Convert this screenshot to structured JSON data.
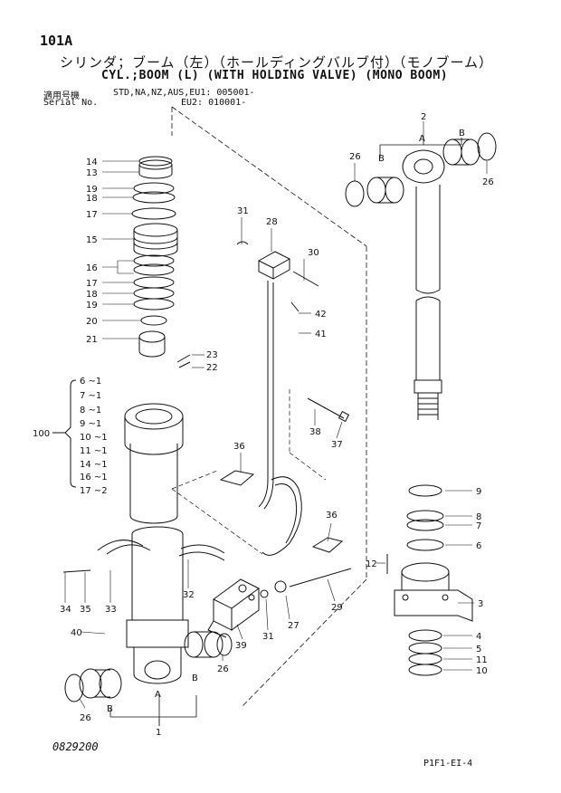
{
  "header": {
    "code": "101A",
    "title_jp": "シリンダ；ブーム（左）（ホールディングバルブ付）（モノブーム）",
    "title_en": "CYL.;BOOM (L) (WITH HOLDING VALVE) (MONO BOOM)",
    "serial_label_jp": "適用号機",
    "serial_label_en": "Serial No.",
    "serial_range_1": "STD,NA,NZ,AUS,EU1: 005001-",
    "serial_range_2": "EU2: 010001-"
  },
  "footer": {
    "drawing_number": "0829200",
    "page_ref": "P1F1-EI-4"
  },
  "callouts": [
    "14",
    "13",
    "19",
    "18",
    "17",
    "15",
    "16",
    "17",
    "18",
    "19",
    "20",
    "21",
    "23",
    "22",
    "31",
    "28",
    "30",
    "42",
    "41",
    "38",
    "37",
    "36",
    "36",
    "32",
    "34",
    "35",
    "33",
    "40",
    "39",
    "31",
    "27",
    "29",
    "26",
    "2",
    "26",
    "26",
    "9",
    "8",
    "7",
    "6",
    "12",
    "3",
    "4",
    "5",
    "11",
    "10",
    "1"
  ],
  "kit_group": {
    "number": "100",
    "items": [
      "6 ~1",
      "7 ~1",
      "8 ~1",
      "9 ~1",
      "10 ~1",
      "11 ~1",
      "14 ~1",
      "16 ~1",
      "17 ~2"
    ]
  },
  "view_marks": {
    "a": "A",
    "b": "B"
  }
}
